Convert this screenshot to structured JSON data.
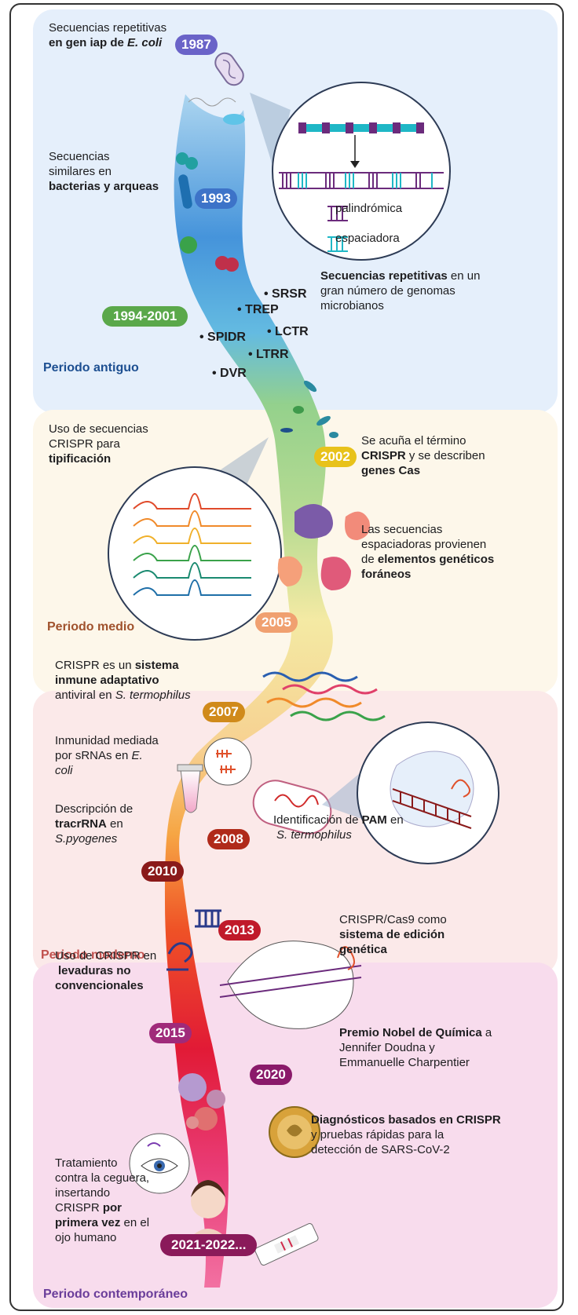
{
  "periods": {
    "antiguo": "Periodo antiguo",
    "medio": "Periodo medio",
    "moderno": "Periodo moderno",
    "contemporaneo": "Periodo contemporáneo"
  },
  "years": {
    "y1987": "1987",
    "y1993": "1993",
    "y1994": "1994-2001",
    "y2002": "2002",
    "y2005": "2005",
    "y2007": "2007",
    "y2008": "2008",
    "y2010": "2010",
    "y2013": "2013",
    "y2015": "2015",
    "y2020": "2020",
    "y2021": "2021-2022..."
  },
  "colors": {
    "antiguo": "#1d4f91",
    "medio": "#a0522d",
    "moderno": "#c0504d",
    "contemporaneo": "#6a3d9a"
  },
  "events": {
    "e1987": {
      "t1": "Secuencias repetitivas",
      "b1": "en gen iap de ",
      "i1": "E. coli"
    },
    "e1993": {
      "t1": "Secuencias",
      "t2": "similares en",
      "b1": "bacterias y arqueas"
    },
    "repetitivas": {
      "b1": "Secuencias repetitivas",
      "t1": " en un",
      "t2": "gran número de genomas",
      "t3": "microbianos"
    },
    "legend": {
      "pal": "palindrómica",
      "esp": "espaciadora"
    },
    "acronyms": [
      "• SRSR",
      "• TREP",
      "• LCTR",
      "• SPIDR",
      "• LTRR",
      "• DVR"
    ],
    "tipificacion": {
      "t1": "Uso de secuencias",
      "t2": "CRISPR para",
      "b1": "tipificación"
    },
    "e2002": {
      "t1": "Se acuña el término",
      "b1": "CRISPR",
      "t2": " y se describen",
      "b2": "genes Cas"
    },
    "e2005": {
      "t1": "Las secuencias",
      "t2": "espaciadoras provienen",
      "t3": "de ",
      "b1": "elementos genéticos",
      "b2": "foráneos"
    },
    "e2007": {
      "t1": "CRISPR es un ",
      "b1": "sistema",
      "b2": "inmune adaptativo",
      "t2": "antiviral en ",
      "i1": "S. termophilus"
    },
    "srnas": {
      "t1": "Inmunidad mediada",
      "t2": "por sRNAs en ",
      "i1": "E.",
      "i2": "coli"
    },
    "e2010": {
      "t1": "Descripción de",
      "b1": "tracrRNA",
      "t2": " en",
      "i1": "S.pyogenes"
    },
    "e2008": {
      "t1": "Identificación de ",
      "b1": "PAM",
      "t2": " en",
      "i1": "S. termophilus"
    },
    "e2013": {
      "t1": "CRISPR/Cas9 como",
      "b1": "sistema de edición",
      "b2": "genética"
    },
    "e2015": {
      "t1": "Uso de CRISPR en",
      "b1": "levaduras no",
      "b2": "convencionales"
    },
    "e2020": {
      "b1": "Premio Nobel de Química",
      "t1": " a",
      "t2": "Jennifer Doudna y",
      "t3": "Emmanuelle Charpentier"
    },
    "diag": {
      "b1": "Diagnósticos basados en CRISPR",
      "t1": "y pruebas rápidas para la",
      "t2": "detección de SARS-CoV-2"
    },
    "e2021": {
      "t1": "Tratamiento",
      "t2": "contra la ceguera,",
      "t3": "insertando",
      "t4": "CRISPR ",
      "b1": "por",
      "b2": "primera vez",
      "t5": " en el",
      "t6": "ojo humano"
    }
  }
}
